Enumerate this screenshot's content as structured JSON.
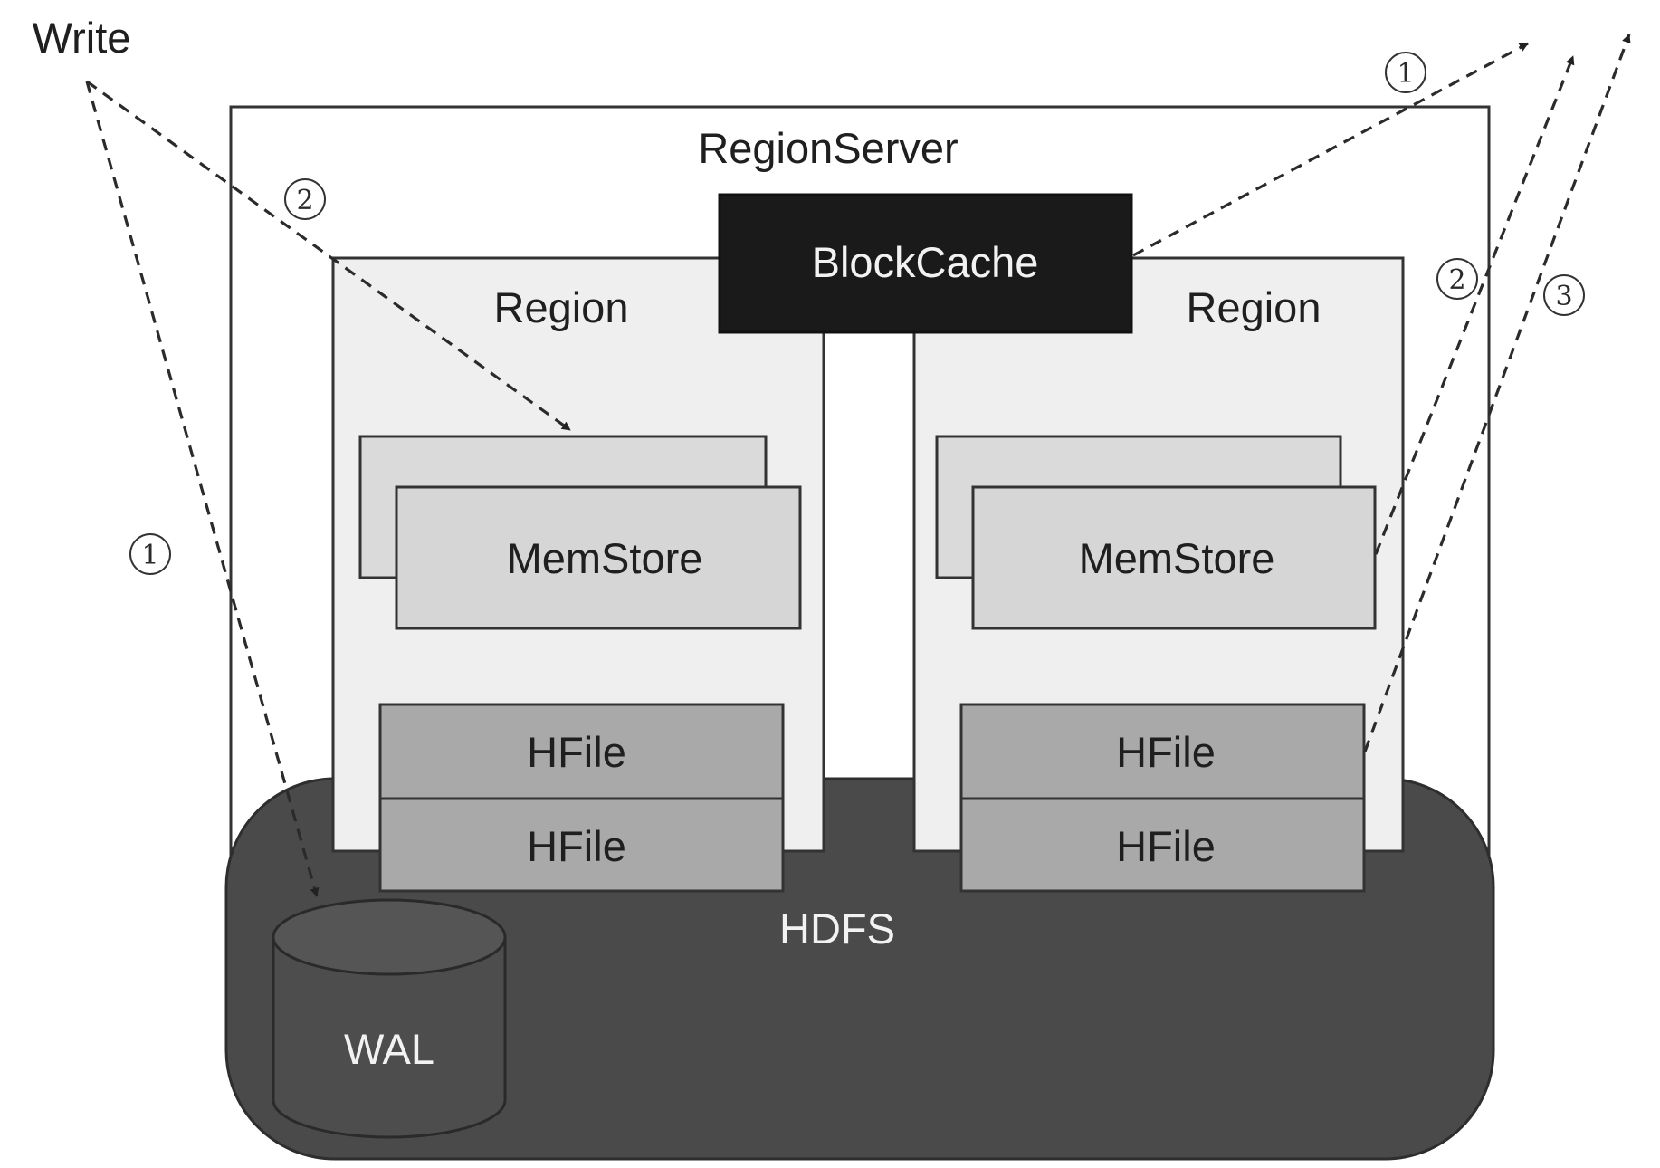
{
  "labels": {
    "write": "Write",
    "region_server": "RegionServer",
    "block_cache": "BlockCache",
    "region_left": "Region",
    "region_right": "Region",
    "memstore_left": "MemStore",
    "memstore_right": "MemStore",
    "hfile_left_top": "HFile",
    "hfile_left_bottom": "HFile",
    "hfile_right_top": "HFile",
    "hfile_right_bottom": "HFile",
    "hdfs": "HDFS",
    "wal": "WAL"
  },
  "markers": {
    "write_to_wal": "1",
    "write_to_memstore": "2",
    "read_blockcache": "1",
    "read_memstore": "2",
    "read_hfile": "3"
  },
  "colors": {
    "hdfs_fill": "#4a4a4a",
    "block_cache_fill": "#1a1a1a",
    "region_fill": "#efefef",
    "memstore_fill": "#d6d6d6",
    "hfile_fill": "#a9a9a9",
    "wal_fill": "#4d4d4d"
  }
}
